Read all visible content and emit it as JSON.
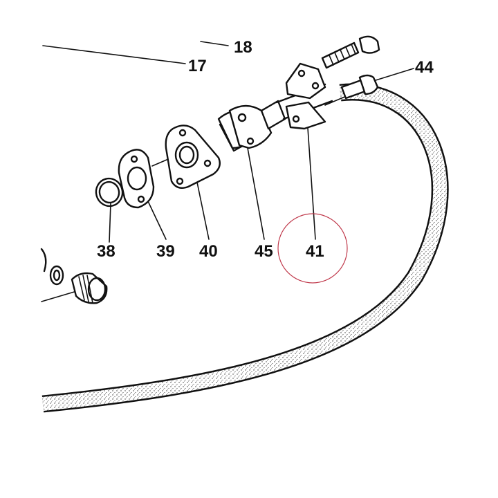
{
  "diagram": {
    "labels": {
      "p17": "17",
      "p18": "18",
      "p38": "38",
      "p39": "39",
      "p40": "40",
      "p41": "41",
      "p44": "44",
      "p45": "45"
    },
    "colors": {
      "ink": "#111111",
      "highlight_circle": "#c0394b",
      "background": "#ffffff"
    }
  }
}
